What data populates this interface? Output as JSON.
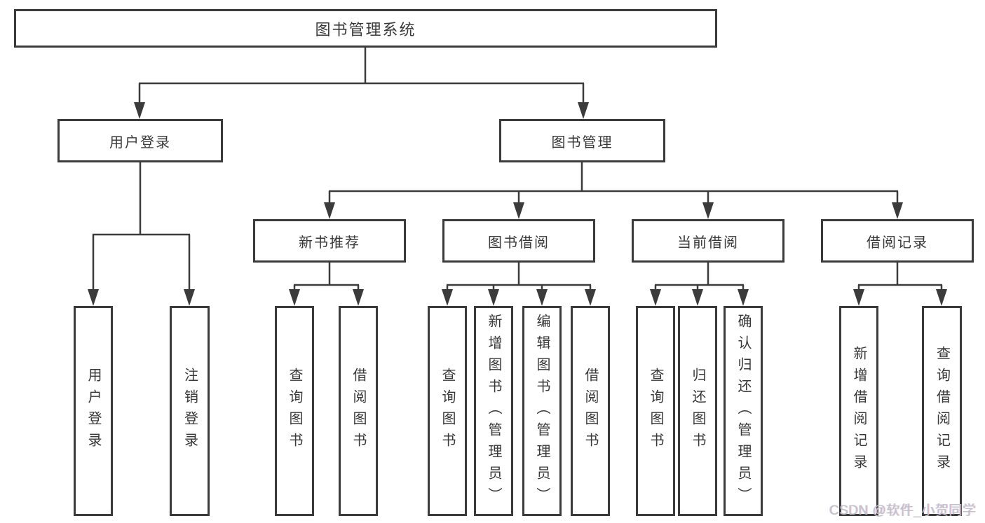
{
  "diagram": {
    "type": "hierarchy-tree",
    "tree": {
      "label": "图书管理系统",
      "children": [
        {
          "label": "用户登录",
          "children": [
            {
              "label": "用户登录"
            },
            {
              "label": "注销登录"
            }
          ]
        },
        {
          "label": "图书管理",
          "children": [
            {
              "label": "新书推荐",
              "children": [
                {
                  "label": "查询图书"
                },
                {
                  "label": "借阅图书"
                }
              ]
            },
            {
              "label": "图书借阅",
              "children": [
                {
                  "label": "查询图书"
                },
                {
                  "label": "新增图书（管理员）"
                },
                {
                  "label": "编辑图书（管理员）"
                },
                {
                  "label": "借阅图书"
                }
              ]
            },
            {
              "label": "当前借阅",
              "children": [
                {
                  "label": "查询图书"
                },
                {
                  "label": "归还图书"
                },
                {
                  "label": "确认归还（管理员）"
                }
              ]
            },
            {
              "label": "借阅记录",
              "children": [
                {
                  "label": "新增借阅记录"
                },
                {
                  "label": "查询借阅记录"
                }
              ]
            }
          ]
        }
      ]
    },
    "colors": {
      "line": "#3b3b3b",
      "box_border": "#3b3b3b",
      "box_fill": "#ffffff",
      "text": "#383838",
      "watermark": "#bfc3c9"
    }
  },
  "watermark": "CSDN @软件_小贺同学"
}
